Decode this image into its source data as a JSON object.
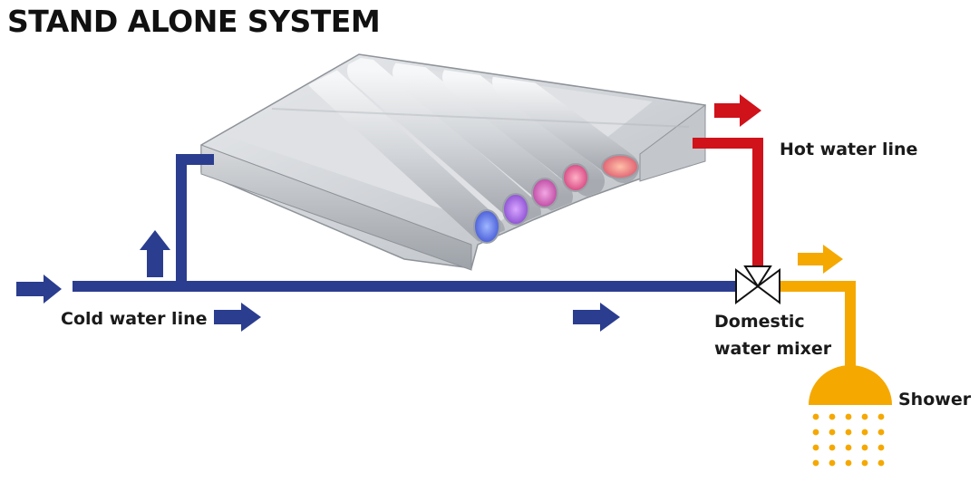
{
  "title": "STAND ALONE SYSTEM",
  "labels": {
    "cold_water_line": "Cold water line",
    "hot_water_line": "Hot water line",
    "mixer_line1": "Domestic",
    "mixer_line2": "water mixer",
    "shower": "Shower"
  },
  "colors": {
    "cold": "#2b3d8f",
    "hot": "#d0121b",
    "mixed": "#f5a800",
    "panel": "#c9ccd0",
    "text": "#1a1a1a"
  },
  "icons": [
    "right-arrow-icon",
    "up-arrow-icon",
    "valve-icon",
    "shower-head-icon",
    "water-drops-icon"
  ]
}
